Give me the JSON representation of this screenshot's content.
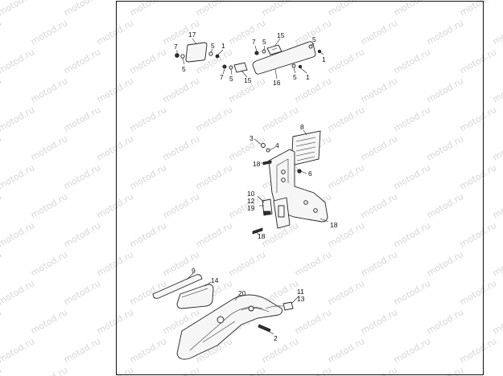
{
  "watermark": "motod.ru",
  "callouts": [
    {
      "id": "c17",
      "text": "17"
    },
    {
      "id": "c7a",
      "text": "7"
    },
    {
      "id": "c5a",
      "text": "5"
    },
    {
      "id": "c1a",
      "text": "1"
    },
    {
      "id": "c5b",
      "text": "5"
    },
    {
      "id": "c7b",
      "text": "7"
    },
    {
      "id": "c5c",
      "text": "5"
    },
    {
      "id": "c15a",
      "text": "15"
    },
    {
      "id": "c5d",
      "text": "5"
    },
    {
      "id": "c1b",
      "text": "1"
    },
    {
      "id": "c7c",
      "text": "7"
    },
    {
      "id": "c5e",
      "text": "5"
    },
    {
      "id": "c15b",
      "text": "15"
    },
    {
      "id": "c16",
      "text": "16"
    },
    {
      "id": "c5f",
      "text": "5"
    },
    {
      "id": "c1c",
      "text": "1"
    },
    {
      "id": "c8",
      "text": "8"
    },
    {
      "id": "c3",
      "text": "3"
    },
    {
      "id": "c4",
      "text": "4"
    },
    {
      "id": "c18a",
      "text": "18"
    },
    {
      "id": "c6",
      "text": "6"
    },
    {
      "id": "c10",
      "text": "10"
    },
    {
      "id": "c12",
      "text": "12"
    },
    {
      "id": "c19",
      "text": "19"
    },
    {
      "id": "c18b",
      "text": "18"
    },
    {
      "id": "c18c",
      "text": "18"
    },
    {
      "id": "c9",
      "text": "9"
    },
    {
      "id": "c14",
      "text": "14"
    },
    {
      "id": "c20",
      "text": "20"
    },
    {
      "id": "c11",
      "text": "11"
    },
    {
      "id": "c13",
      "text": "13"
    },
    {
      "id": "c2",
      "text": "2"
    }
  ]
}
